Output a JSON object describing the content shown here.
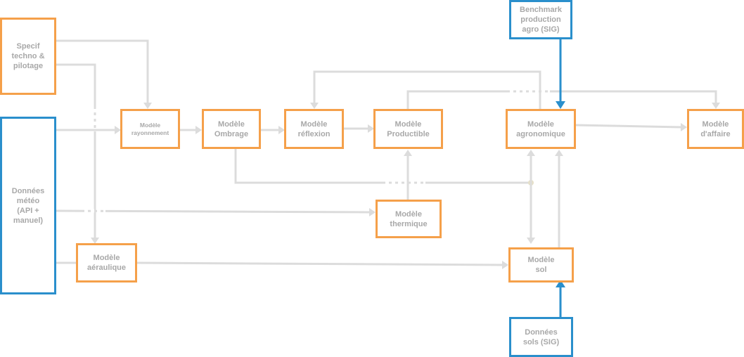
{
  "diagram": {
    "nodes": {
      "specif": "Specif\ntechno &\npilotage",
      "meteo": "Données\nmétéo\n(API +\nmanuel)",
      "rayonnement": "Modèle\nrayonnement",
      "ombrage": "Modèle\nOmbrage",
      "reflexion": "Modèle\nréflexion",
      "productible": "Modèle\nProductible",
      "agronomique": "Modèle\nagronomique",
      "affaire": "Modèle\nd'affaire",
      "benchmark": "Benchmark\nproduction\nagro (SIG)",
      "thermique": "Modèle\nthermique",
      "aeraulique": "Modèle\naéraulique",
      "sol": "Modèle\nsol",
      "donnees_sols": "Données\nsols (SIG)"
    },
    "colors": {
      "model_border": "#f5a04a",
      "data_source_border": "#2a8fcc",
      "connector": "#dcdcdc",
      "highlight_connector": "#2a8fcc",
      "label_text": "#a8a8a8"
    }
  }
}
